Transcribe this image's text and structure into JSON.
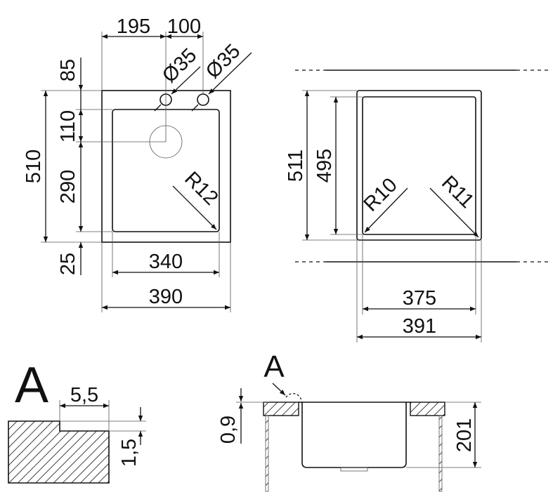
{
  "top_view": {
    "dims": {
      "d195": "195",
      "d100": "100",
      "d85": "85",
      "d110": "110",
      "d290": "290",
      "d25": "25",
      "d510": "510",
      "d340": "340",
      "d390": "390",
      "hole1": "Ø35",
      "hole2": "Ø35",
      "radius": "R12"
    }
  },
  "bowl_view": {
    "dims": {
      "d511": "511",
      "d495": "495",
      "r10": "R10",
      "r11": "R11",
      "d375": "375",
      "d391": "391"
    }
  },
  "detail_a": {
    "label": "A",
    "d55": "5,5",
    "d15": "1,5"
  },
  "section": {
    "label": "A",
    "d09": "0,9",
    "d201": "201"
  },
  "colors": {
    "ink": "#111111"
  }
}
